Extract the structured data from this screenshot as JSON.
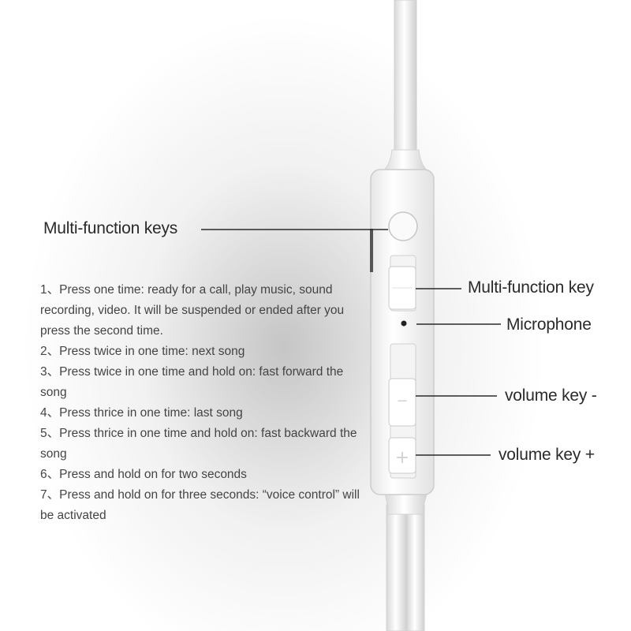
{
  "labels": {
    "multi_function_keys": "Multi-function keys",
    "multi_function_key": "Multi-function key",
    "microphone": "Microphone",
    "volume_minus": "volume key -",
    "volume_plus": "volume key +"
  },
  "instructions": [
    "1、Press one time: ready for a call, play music, sound recording, video. It  will  be suspended or ended after you press the second time.",
    "2、Press twice in one time: next song",
    "3、Press twice in one time and hold on: fast forward the song",
    "4、Press thrice in one time: last song",
    "5、Press thrice in one time and hold on: fast backward the song",
    "6、Press and hold on for two seconds",
    "7、Press and hold on for three seconds:  “voice control” will be activated"
  ],
  "icons": {
    "volume_minus_symbol": "−",
    "volume_plus_symbol": "+"
  }
}
